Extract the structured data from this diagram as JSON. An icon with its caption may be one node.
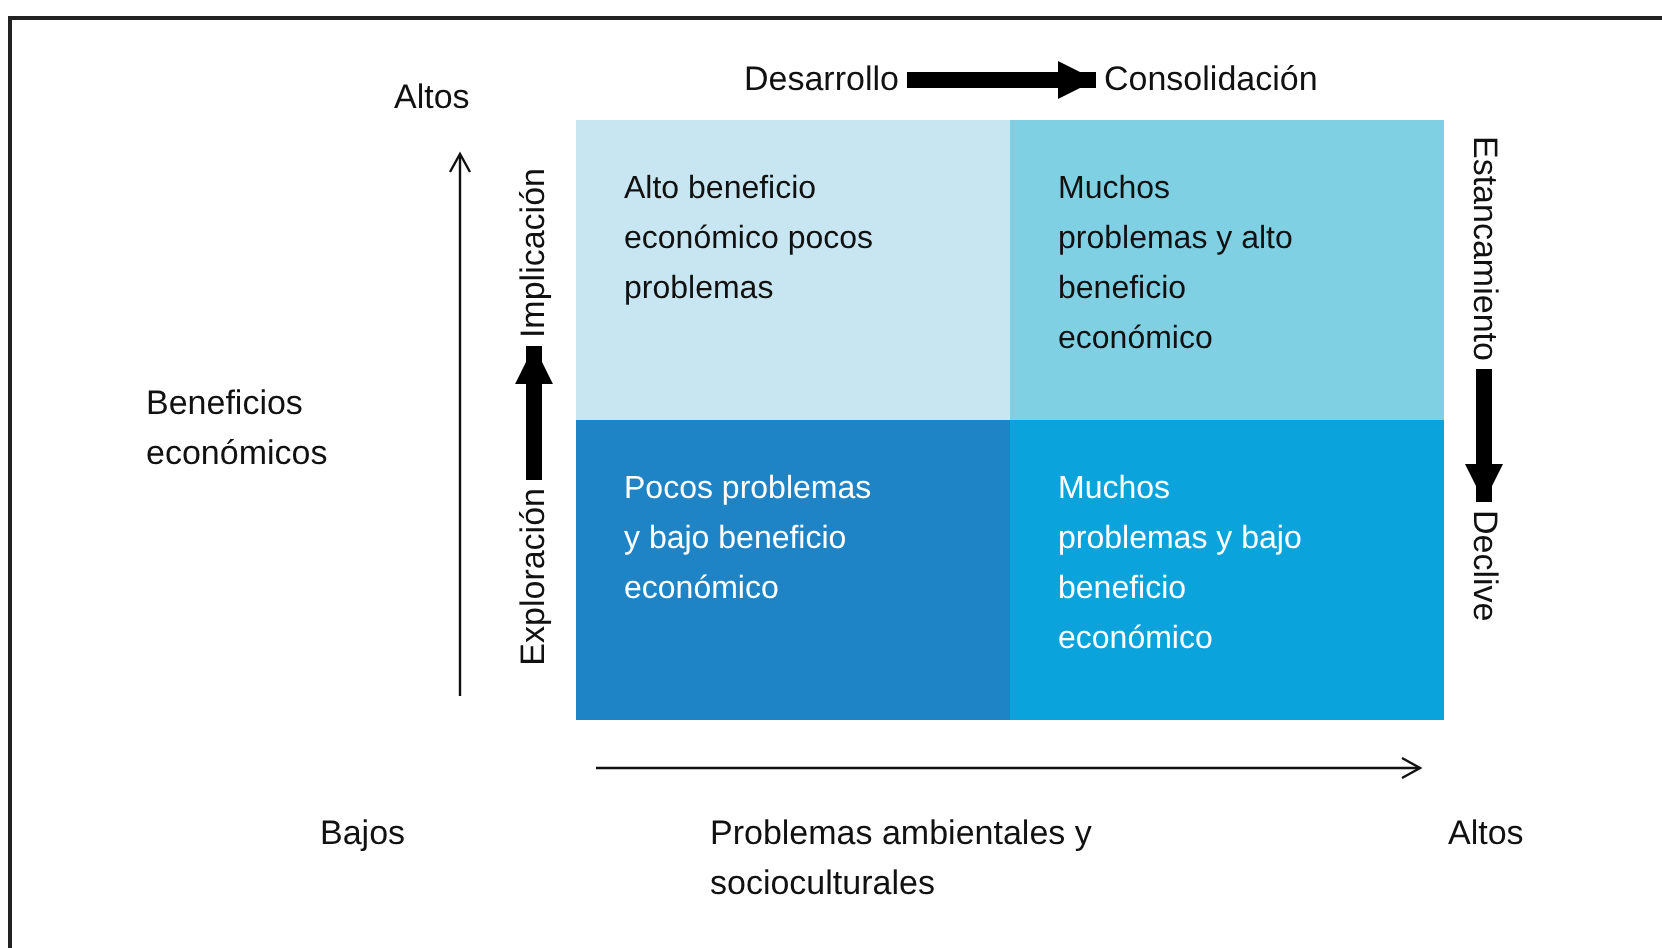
{
  "diagram": {
    "nodes": [
      {
        "text": [
          "Desarrollo"
        ]
      },
      {
        "text": [
          "Consolidación"
        ]
      },
      {
        "text": [
          "Alto beneficio económico pocos problemas"
        ]
      },
      {
        "text": [
          "Muchos problemas y alto beneficio económico"
        ]
      },
      {
        "text": [
          "Estancamiento"
        ]
      },
      {
        "text": [
          "Implicación"
        ]
      },
      {
        "text": [
          "Exploración"
        ]
      },
      {
        "text": [
          "Pocos problemas y bajo beneficio económico"
        ]
      },
      {
        "text": [
          "Muchos problemas y bajo beneficio económico"
        ]
      },
      {
        "text": [
          "Declive"
        ]
      }
    ],
    "edges": [
      {
        "from": 0,
        "to": 1,
        "arrow": "to"
      },
      {
        "from": 6,
        "to": 5,
        "arrow": "to"
      },
      {
        "from": 4,
        "to": 9,
        "arrow": "to"
      }
    ],
    "labels": [
      "Altos",
      "Beneficios económicos",
      "Bajos",
      "Problemas ambientales y socioculturales",
      "Altos"
    ]
  }
}
